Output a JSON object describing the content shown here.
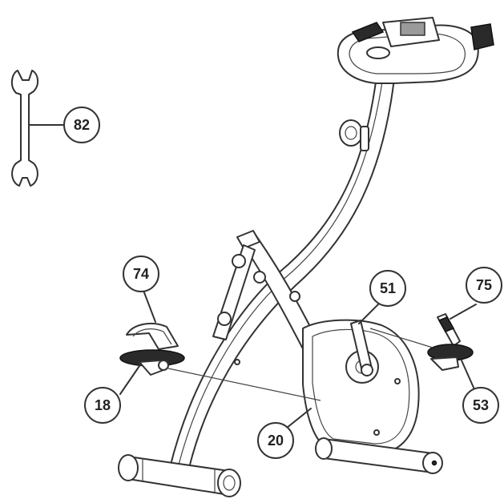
{
  "callouts": {
    "wrench": "82",
    "left_pedal_strap": "74",
    "left_pedal": "18",
    "crank_arm": "51",
    "right_pedal_strap": "75",
    "right_pedal": "53",
    "frame": "20"
  },
  "colors": {
    "line": "#333333",
    "background": "#ffffff",
    "pedal": "#2a2a2a"
  }
}
